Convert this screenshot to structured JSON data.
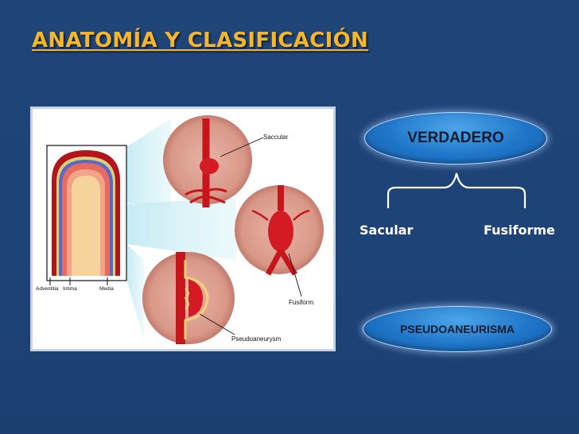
{
  "title": "ANATOMÍA Y CLASIFICACIÓN",
  "figure": {
    "labels": {
      "saccular": "Saccular",
      "fusiform": "Fusiform",
      "pseudoaneurysm": "Pseudoaneurysm",
      "adventitia": "Adventitia",
      "intima": "Intima",
      "media": "Media"
    }
  },
  "classification": {
    "verdadero": "VERDADERO",
    "sacular": "Sacular",
    "fusiforme": "Fusiforme",
    "pseudoaneurisma": "PSEUDOANEURISMA"
  },
  "colors": {
    "background": "#1f4477",
    "title": "#f5b62a",
    "pill": "#1f76c9",
    "artery": "#c8151c",
    "tissue": "#d99a8c"
  }
}
